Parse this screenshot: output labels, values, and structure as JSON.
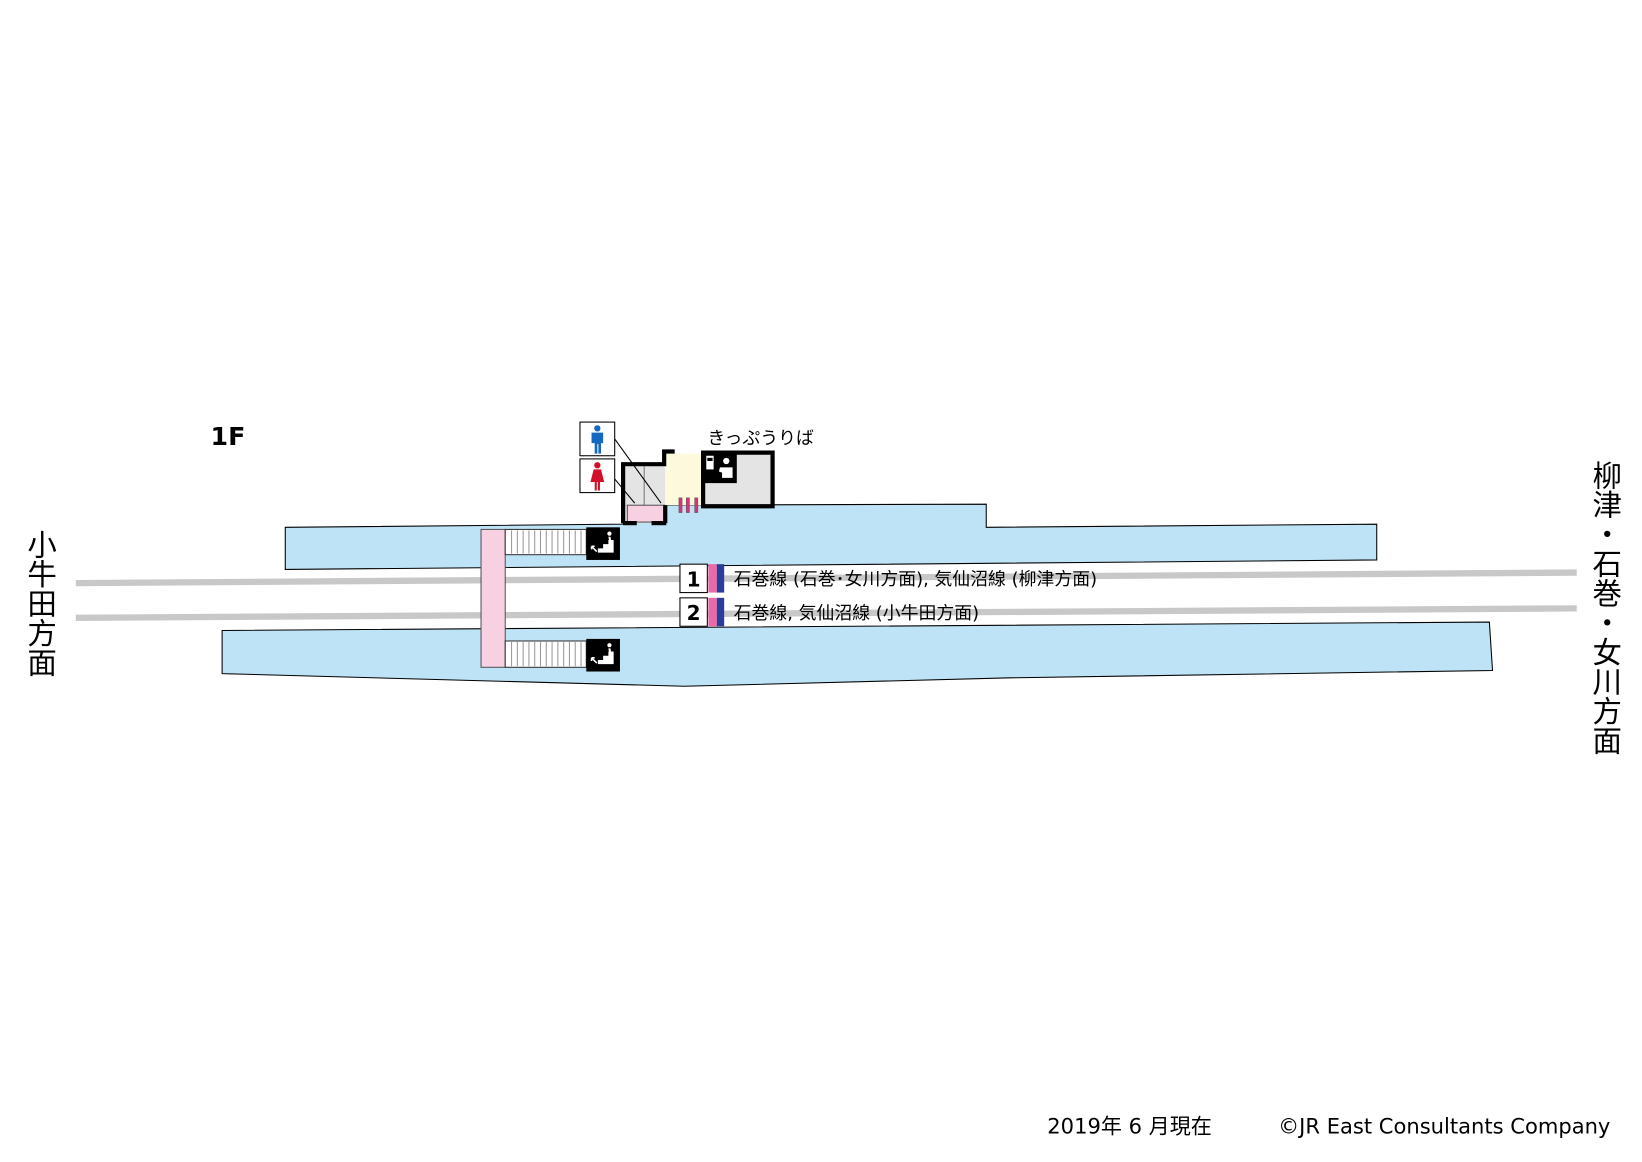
{
  "floor_label": "1F",
  "directions": {
    "left": [
      "小",
      "牛",
      "田",
      "方",
      "面"
    ],
    "right": [
      "柳",
      "津",
      "・",
      "石",
      "巻",
      "・",
      "女",
      "川",
      "方",
      "面"
    ]
  },
  "facilities": {
    "ticket_office": "きっぷうりば",
    "toilet_male": "male-toilet",
    "toilet_female": "female-toilet"
  },
  "platforms": [
    {
      "number": "1",
      "description": "石巻線 (石巻･女川方面), 気仙沼線 (柳津方面)"
    },
    {
      "number": "2",
      "description": "石巻線, 気仙沼線 (小牛田方面)"
    }
  ],
  "footer": {
    "date": "2019年 6 月現在",
    "copyright": "©JR East Consultants Company"
  },
  "colors": {
    "platform": "#bfe3f6",
    "corridor": "#f7d0e2",
    "track": "#c8c8c8",
    "male": "#1468c0",
    "female": "#d2102a",
    "gate": "#e0307a",
    "line_pink": "#e86aa8",
    "line_blue": "#2b3c9a"
  }
}
